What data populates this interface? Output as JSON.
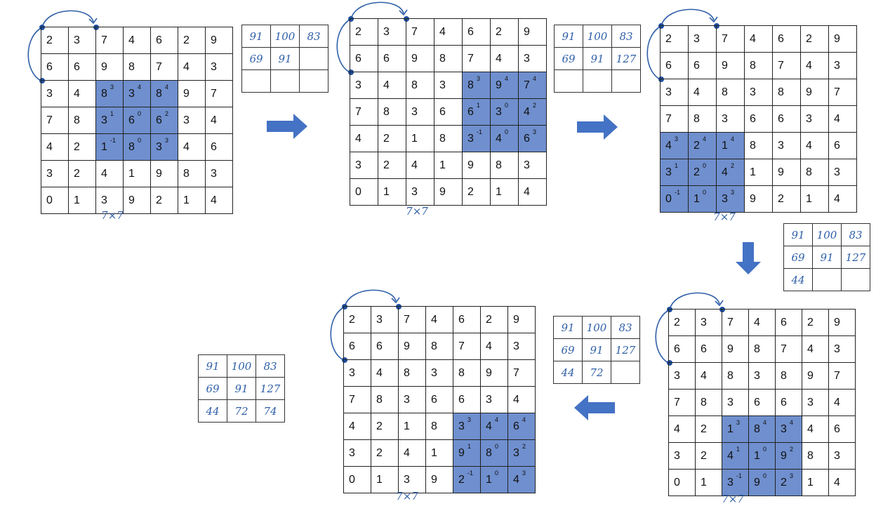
{
  "input_matrix": [
    [
      "2",
      "3",
      "7",
      "4",
      "6",
      "2",
      "9"
    ],
    [
      "6",
      "6",
      "9",
      "8",
      "7",
      "4",
      "3"
    ],
    [
      "3",
      "4",
      "8",
      "3",
      "8",
      "9",
      "7"
    ],
    [
      "7",
      "8",
      "3",
      "6",
      "6",
      "3",
      "4"
    ],
    [
      "4",
      "2",
      "1",
      "8",
      "3",
      "4",
      "6"
    ],
    [
      "3",
      "2",
      "4",
      "1",
      "9",
      "8",
      "3"
    ],
    [
      "0",
      "1",
      "3",
      "9",
      "2",
      "1",
      "4"
    ]
  ],
  "kernel": [
    [
      "3",
      "4",
      "4"
    ],
    [
      "1",
      "0",
      "2"
    ],
    [
      "-1",
      "0",
      "3"
    ]
  ],
  "size_label": "7×7",
  "panels": [
    {
      "window": [
        2,
        2
      ],
      "output": [
        [
          "91",
          "100",
          "83"
        ],
        [
          "69",
          "91",
          ""
        ],
        [
          "",
          "",
          ""
        ]
      ]
    },
    {
      "window": [
        2,
        4
      ],
      "output": [
        [
          "91",
          "100",
          "83"
        ],
        [
          "69",
          "91",
          "127"
        ],
        [
          "",
          "",
          ""
        ]
      ]
    },
    {
      "window": [
        4,
        0
      ],
      "output": [
        [
          "91",
          "100",
          "83"
        ],
        [
          "69",
          "91",
          "127"
        ],
        [
          "44",
          "",
          ""
        ]
      ]
    },
    {
      "window": [
        4,
        2
      ],
      "output": [
        [
          "91",
          "100",
          "83"
        ],
        [
          "69",
          "91",
          "127"
        ],
        [
          "44",
          "72",
          ""
        ]
      ]
    },
    {
      "window": [
        4,
        4
      ],
      "output": [
        [
          "91",
          "100",
          "83"
        ],
        [
          "69",
          "91",
          "127"
        ],
        [
          "44",
          "72",
          "74"
        ]
      ]
    }
  ],
  "colors": {
    "highlight": "#6f8fce",
    "arrow": "#4472c4",
    "ink": "#2f5fa7"
  }
}
